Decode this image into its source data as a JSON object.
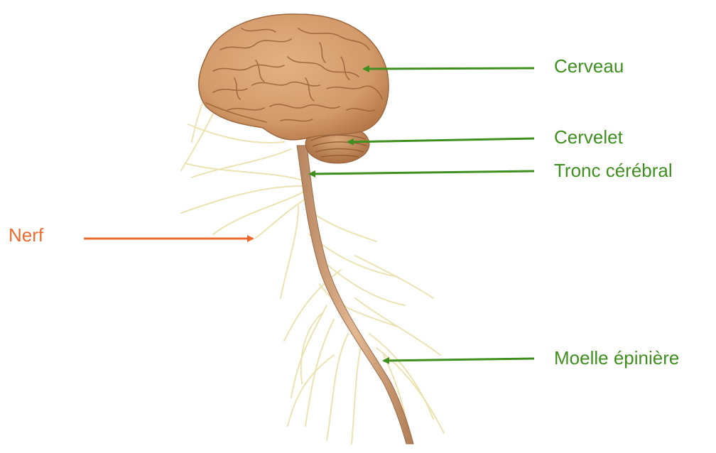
{
  "colors": {
    "label_green": "#3e8f1e",
    "label_orange": "#ec6a2c",
    "brain": "#d39a6a",
    "brain_dark": "#a9703f",
    "nerve": "#eee6b4",
    "background": "#ffffff"
  },
  "labels": [
    {
      "key": "cerveau",
      "text": "Cerveau",
      "color": "green"
    },
    {
      "key": "cervelet",
      "text": "Cervelet",
      "color": "green"
    },
    {
      "key": "tronc",
      "text": "Tronc cérébral",
      "color": "green"
    },
    {
      "key": "nerf",
      "text": "Nerf",
      "color": "orange"
    },
    {
      "key": "moelle",
      "text": "Moelle épinière",
      "color": "green"
    }
  ]
}
